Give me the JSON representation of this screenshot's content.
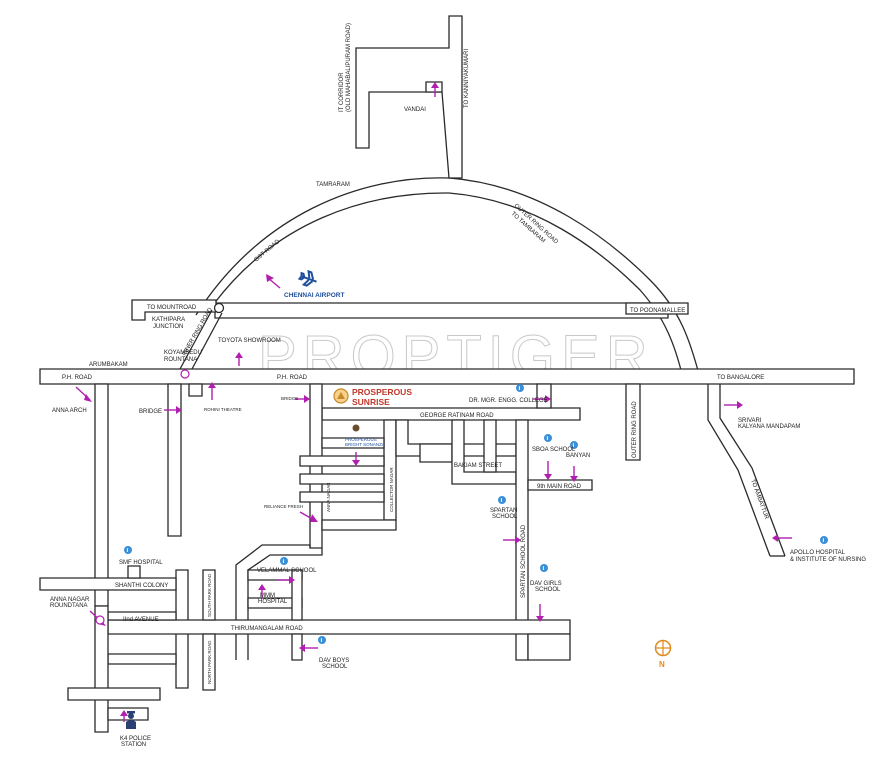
{
  "watermark": "PROPTIGER",
  "project": {
    "name_line1": "PROSPEROUS",
    "name_line2": "SUNRISE",
    "sub_line1": "PROSPEROUS",
    "sub_line2": "BRIGHT SONANZA"
  },
  "compass": {
    "letter": "N"
  },
  "colors": {
    "road_outline": "#2a2a2a",
    "pin": "#b21fb0",
    "info_badge": "#3b8fd6",
    "project_accent": "#c0392b",
    "airport_text": "#1f4f9c",
    "compass": "#e08a1e"
  },
  "icons": [
    "airplane-icon",
    "info-icon",
    "location-pin-icon",
    "police-icon",
    "compass-icon",
    "project-logo-icon"
  ],
  "labels": {
    "it_corridor": "IT CORRIDOR",
    "old_mahabalipuram": "(OLD MAHABALIPURAM ROAD)",
    "to_kanniyakumari": "TO KANNIYAKUMARI",
    "vandai": "VANDAI",
    "tamraram": "TAMRARAM",
    "gst_road": "GST ROAD",
    "outer_ring_road_to_tambaram": "OUTER RING ROAD",
    "to_tambaram": "TO TAMBARAM",
    "chennai_airport": "CHENNAI AIRPORT",
    "to_mountroad": "TO MOUNTROAD",
    "kathipara_1": "KATHIPARA",
    "kathipara_2": "JUNCTION",
    "inner_ring_road": "INNER RING ROAD",
    "to_poonamallee": "TO POONAMALLEE",
    "toyota_showroom": "TOYOTA SHOWROOM",
    "koyambedu_1": "KOYAMBEDU",
    "koyambedu_2": "ROUNTANA",
    "arumbakam": "ARUMBAKAM",
    "ph_road_left": "P.H. ROAD",
    "ph_road_mid": "P.H. ROAD",
    "to_bangalore": "TO BANGALORE",
    "anna_arch": "ANNA ARCH",
    "bridge_left": "BRIDGE",
    "rohini_theatre": "ROHINI THEATRE",
    "bridge_mid": "BRIDGE",
    "dr_mgr_college": "DR. MGR. ENGG. COLLEGE",
    "outer_ring_road": "OUTER RING ROAD",
    "george_road": "GEORGE RATINAM ROAD",
    "srivari_1": "SRIVARI",
    "srivari_2": "KALYANA MANDAPAM",
    "sboa_school": "SBOA SCHOOL",
    "banyan": "BANYAN",
    "bakiam_street": "BAKIAM STREET",
    "main_road_9th": "9th MAIN ROAD",
    "to_ambattur": "TO AMBATTUR",
    "reliance_fresh": "RELIANCE FRESH",
    "anna_nagar_road": "ANNA NAGAR",
    "collector_nagar": "COLLECTOR NAGAR",
    "spartan_1": "SPARTAN",
    "spartan_2": "SCHOOL",
    "spartan_school_road": "SPARTAN SCHOOL ROAD",
    "apollo_1": "APOLLO HOSPITAL",
    "apollo_2": "& INSTITUTE OF NURSING",
    "smf_hospital": "SMF HOSPITAL",
    "shanthi_colony": "SHANTHI COLONY",
    "velammal_school": "VELAMMAL SCHOOL",
    "mmm_1": "MMM",
    "mmm_2": "HOSPITAL",
    "dav_girls_1": "DAV GIRLS",
    "dav_girls_2": "SCHOOL",
    "anna_nagar_r_1": "ANNA NAGAR",
    "anna_nagar_r_2": "ROUNDTANA",
    "second_avenue": "IInd AVENUE",
    "thirumangalam_road": "THIRUMANGALAM ROAD",
    "south_park_road": "SOUTH PARK ROAD",
    "north_park_road": "NORTH PARK ROAD",
    "dav_boys_1": "DAV BOYS",
    "dav_boys_2": "SCHOOL",
    "k4_police_1": "K4 POLICE",
    "k4_police_2": "STATION"
  }
}
